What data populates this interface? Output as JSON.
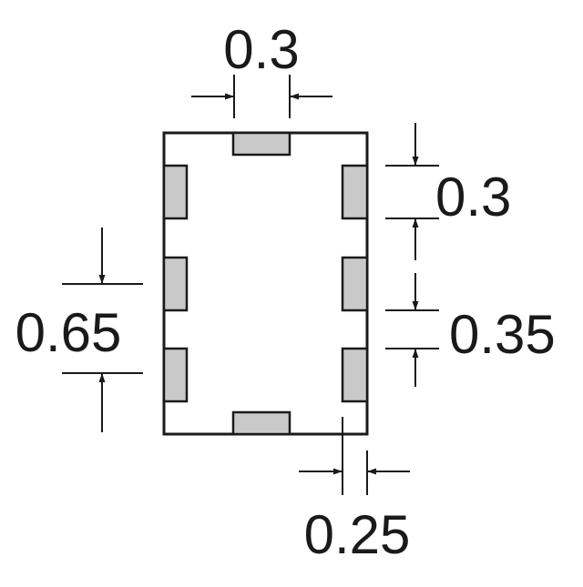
{
  "dimensions": {
    "top_pad_width": "0.3",
    "pad_height": "0.3",
    "pad_spacing": "0.35",
    "pitch": "0.65",
    "pad_offset": "0.25"
  },
  "colors": {
    "outline": "#1a1a1a",
    "pad_fill": "#c9c9c9",
    "background": "#ffffff"
  }
}
